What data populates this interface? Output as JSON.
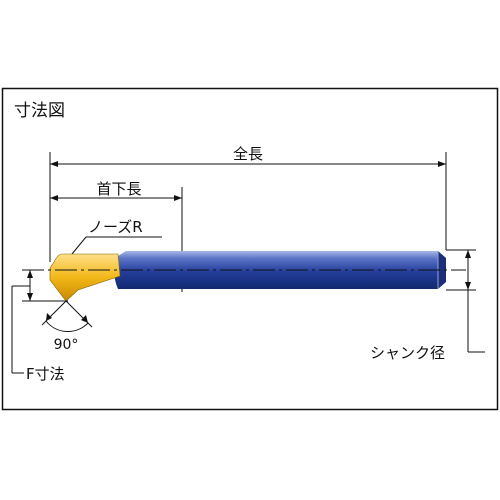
{
  "title": "寸法図",
  "labels": {
    "overall_length": "全長",
    "under_neck_length": "首下長",
    "nose_radius": "ノーズR",
    "angle": "90°",
    "shank_diameter": "シャンク径",
    "f_dimension": "F寸法"
  },
  "colors": {
    "frame": "#111111",
    "tip": "#f2b718",
    "shank_dark": "#1d3590",
    "shank_light": "#5f79c8",
    "line": "#111111"
  }
}
